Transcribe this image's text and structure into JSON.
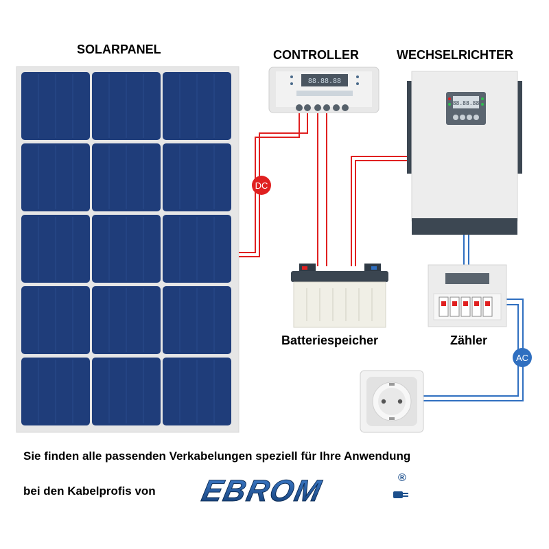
{
  "labels": {
    "solar_panel": "SOLARPANEL",
    "controller": "CONTROLLER",
    "inverter": "WECHSELRICHTER",
    "battery": "Batteriespeicher",
    "meter": "Zähler",
    "dc_badge": "DC",
    "ac_badge": "AC"
  },
  "displays": {
    "controller_lcd": "88.88.88",
    "inverter_lcd": "88.88.88"
  },
  "footer": {
    "line1": "Sie finden alle passenden Verkabelungen speziell für Ihre Anwendung",
    "line2": "bei den Kabelprofis von",
    "brand": "EBROM",
    "registered": "®"
  },
  "colors": {
    "panel_cell": "#1f3d7a",
    "panel_frame": "#e6e6e6",
    "dc_wire": "#e02020",
    "ac_wire": "#2f6fc0",
    "brand_blue": "#1c4f8c"
  }
}
